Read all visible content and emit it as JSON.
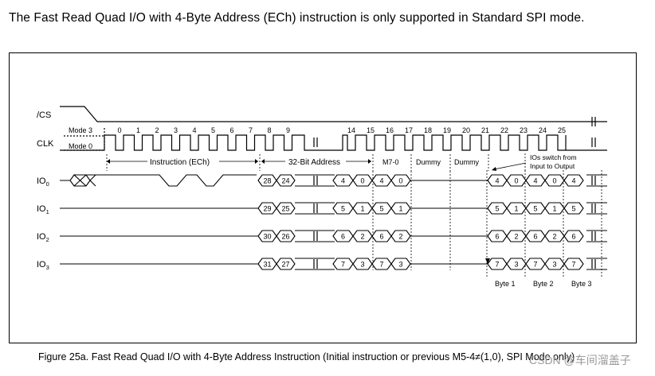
{
  "note": "The Fast Read Quad I/O with 4-Byte Address (ECh) instruction is only supported in Standard SPI mode.",
  "caption": "Figure 25a. Fast Read Quad I/O with 4-Byte Address Instruction (Initial instruction or previous M5-4≠(1,0), SPI Mode only)",
  "watermark": "CSDN @车间溜盖子",
  "signals": {
    "cs": "/CS",
    "clk": "CLK",
    "io0": "IO",
    "io1": "IO",
    "io2": "IO",
    "io3": "IO",
    "io0_sub": "0",
    "io1_sub": "1",
    "io2_sub": "2",
    "io3_sub": "3"
  },
  "modes": {
    "mode3": "Mode 3",
    "mode0": "Mode 0"
  },
  "clock_numbers": [
    "0",
    "1",
    "2",
    "3",
    "4",
    "5",
    "6",
    "7",
    "8",
    "9",
    "14",
    "15",
    "16",
    "17",
    "18",
    "19",
    "20",
    "21",
    "22",
    "23",
    "24",
    "25"
  ],
  "phases": {
    "instruction": "Instruction (ECh)",
    "address": "32-Bit Address",
    "mode_bits": "M7-0",
    "dummy1": "Dummy",
    "dummy2": "Dummy",
    "switch_line1": "IOs switch from",
    "switch_line2": "Input to Output"
  },
  "bytes": [
    "Byte 1",
    "Byte 2",
    "Byte 3"
  ],
  "bits": {
    "io0": {
      "addr_start": [
        "28",
        "24"
      ],
      "addr_end": [
        "4",
        "0"
      ],
      "mode": [
        "4",
        "0"
      ],
      "data": [
        "4",
        "0",
        "4",
        "0",
        "4"
      ]
    },
    "io1": {
      "addr_start": [
        "29",
        "25"
      ],
      "addr_end": [
        "5",
        "1"
      ],
      "mode": [
        "5",
        "1"
      ],
      "data": [
        "5",
        "1",
        "5",
        "1",
        "5"
      ]
    },
    "io2": {
      "addr_start": [
        "30",
        "26"
      ],
      "addr_end": [
        "6",
        "2"
      ],
      "mode": [
        "6",
        "2"
      ],
      "data": [
        "6",
        "2",
        "6",
        "2",
        "6"
      ]
    },
    "io3": {
      "addr_start": [
        "31",
        "27"
      ],
      "addr_end": [
        "7",
        "3"
      ],
      "mode": [
        "7",
        "3"
      ],
      "data": [
        "7",
        "3",
        "7",
        "3",
        "7"
      ]
    }
  }
}
